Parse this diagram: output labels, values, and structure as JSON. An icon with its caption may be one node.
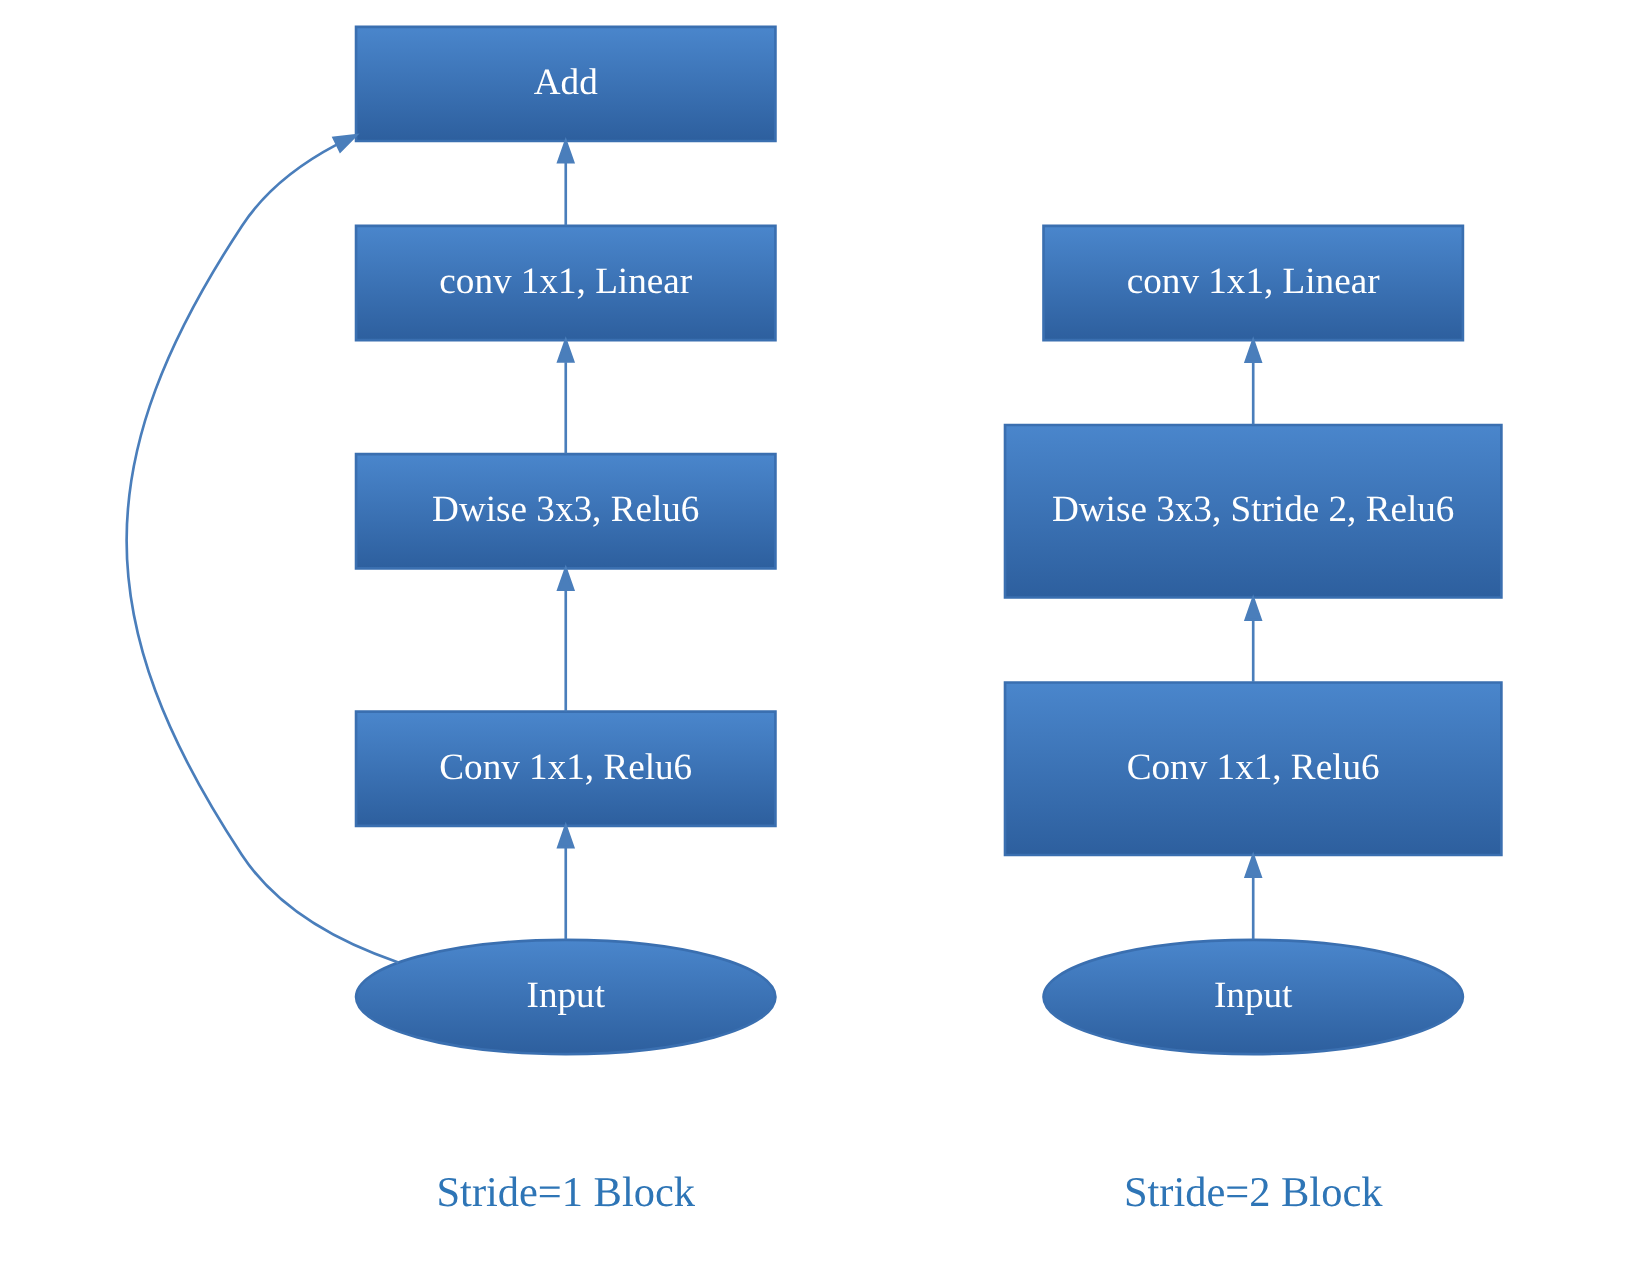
{
  "diagram": {
    "nodes": [
      {
        "text": [
          "Add"
        ]
      },
      {
        "text": [
          "conv 1x1, Linear"
        ]
      },
      {
        "text": [
          "Dwise 3x3, Relu6"
        ]
      },
      {
        "text": [
          "Conv 1x1, Relu6"
        ]
      },
      {
        "text": [
          "Input"
        ]
      },
      {
        "text": [
          "conv 1x1, Linear"
        ]
      },
      {
        "text": [
          "Dwise 3x3, Stride 2, Relu6"
        ]
      },
      {
        "text": [
          "Conv 1x1, Relu6"
        ]
      },
      {
        "text": [
          "Input"
        ]
      }
    ],
    "edges": [
      {
        "from": 4,
        "to": 3,
        "arrow": "to"
      },
      {
        "from": 3,
        "to": 2,
        "arrow": "to"
      },
      {
        "from": 2,
        "to": 1,
        "arrow": "to"
      },
      {
        "from": 1,
        "to": 0,
        "arrow": "to"
      },
      {
        "from": 4,
        "to": 0,
        "arrow": "to"
      },
      {
        "from": 8,
        "to": 7,
        "arrow": "to"
      },
      {
        "from": 7,
        "to": 6,
        "arrow": "to"
      },
      {
        "from": 6,
        "to": 5,
        "arrow": "to"
      }
    ],
    "labels": [
      "Stride=1 Block",
      "Stride=2 Block"
    ]
  }
}
